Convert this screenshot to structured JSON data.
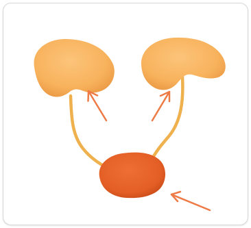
{
  "colors": {
    "cap": "#f8b25c",
    "cap_shadow": "#e8953f",
    "stalk": "#efb04e",
    "body": "#e35e25",
    "body_shadow": "#c44516",
    "arrow": "#ee7a45",
    "frame_border": "#d7d7d7"
  },
  "parts": [
    {
      "id": "left-cap",
      "icon": "kidney-shaped-cap"
    },
    {
      "id": "right-cap",
      "icon": "kidney-shaped-cap"
    },
    {
      "id": "left-stalk",
      "icon": "thin-stalk"
    },
    {
      "id": "right-stalk",
      "icon": "thin-stalk"
    },
    {
      "id": "base-body",
      "icon": "rounded-base"
    }
  ],
  "arrows": [
    {
      "id": "arrow-left-cap",
      "icon": "pointer-arrow"
    },
    {
      "id": "arrow-right-cap",
      "icon": "pointer-arrow"
    },
    {
      "id": "arrow-base",
      "icon": "pointer-arrow"
    }
  ]
}
